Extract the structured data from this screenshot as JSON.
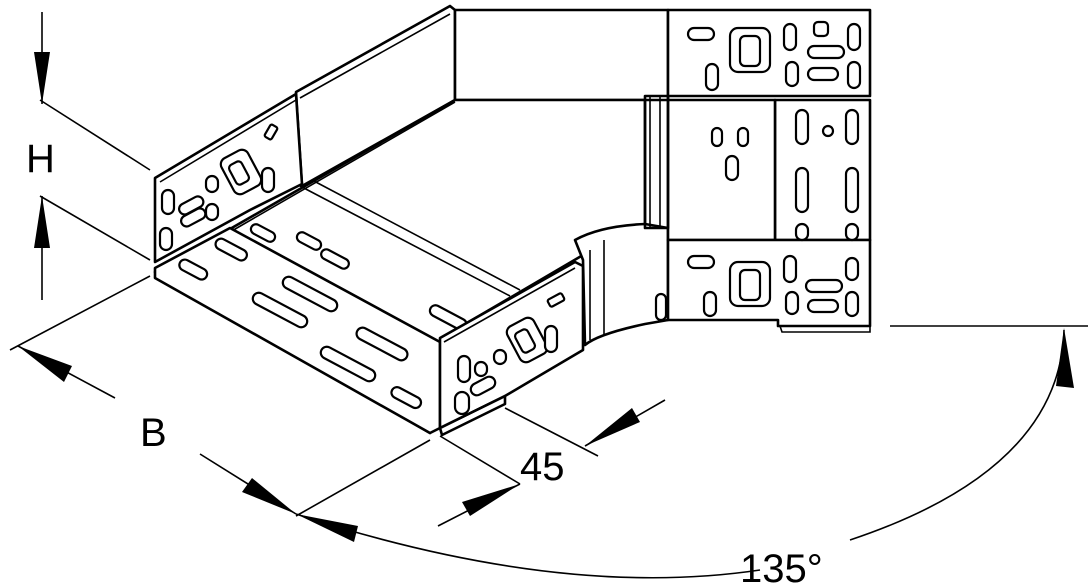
{
  "dimensions": {
    "height_label": "H",
    "width_label": "B",
    "length_label": "45",
    "angle_label": "135°"
  },
  "colors": {
    "line": "#000000",
    "background": "#ffffff"
  }
}
